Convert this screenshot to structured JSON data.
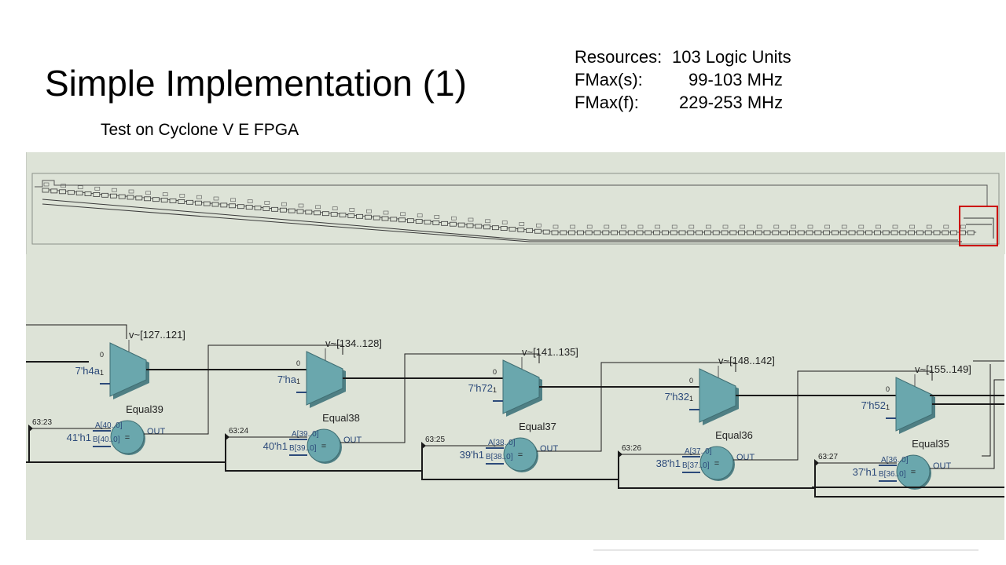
{
  "slide": {
    "title": "Simple Implementation (1)",
    "subtitle": "Test on Cyclone V E FPGA"
  },
  "stats": [
    {
      "label": "Resources:",
      "value": "103 Logic Units"
    },
    {
      "label": "FMax(s):",
      "value": "99-103 MHz"
    },
    {
      "label": "FMax(f):",
      "value": "229-253 MHz"
    }
  ],
  "colors": {
    "canvas": "#dde3d7",
    "mux_fill": "#6aa7ad",
    "wire": "#1a1a1a",
    "highlight": "#cc0000"
  },
  "schematic": {
    "stages": [
      {
        "mux_label": "v~[127..121]",
        "port0": "0",
        "port1": "1",
        "const": "7'h4a",
        "eq_name": "Equal39",
        "bus": "63:23",
        "a_port": "A[40..0]",
        "b_port": "B[40..0]",
        "b_const": "41'h1",
        "eq_symbol": "=",
        "out": "OUT"
      },
      {
        "mux_label": "v~[134..128]",
        "port0": "0",
        "port1": "1",
        "const": "7'ha",
        "eq_name": "Equal38",
        "bus": "63:24",
        "a_port": "A[39..0]",
        "b_port": "B[39..0]",
        "b_const": "40'h1",
        "eq_symbol": "=",
        "out": "OUT"
      },
      {
        "mux_label": "v~[141..135]",
        "port0": "0",
        "port1": "1",
        "const": "7'h72",
        "eq_name": "Equal37",
        "bus": "63:25",
        "a_port": "A[38..0]",
        "b_port": "B[38..0]",
        "b_const": "39'h1",
        "eq_symbol": "=",
        "out": "OUT"
      },
      {
        "mux_label": "v~[148..142]",
        "port0": "0",
        "port1": "1",
        "const": "7'h32",
        "eq_name": "Equal36",
        "bus": "63:26",
        "a_port": "A[37..0]",
        "b_port": "B[37..0]",
        "b_const": "38'h1",
        "eq_symbol": "=",
        "out": "OUT"
      },
      {
        "mux_label": "v~[155..149]",
        "port0": "0",
        "port1": "1",
        "const": "7'h52",
        "eq_name": "Equal35",
        "bus": "63:27",
        "a_port": "A[36..0]",
        "b_port": "B[36..0]",
        "b_const": "37'h1",
        "eq_symbol": "=",
        "out": "OUT"
      }
    ]
  }
}
